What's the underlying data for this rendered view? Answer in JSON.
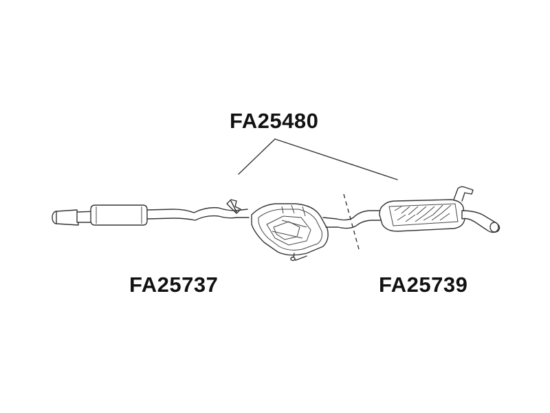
{
  "diagram": {
    "labels": {
      "top": "FA25480",
      "left": "FA25737",
      "right": "FA25739"
    },
    "colors": {
      "ink": "#333333",
      "text": "#111111",
      "background": "#ffffff"
    }
  }
}
